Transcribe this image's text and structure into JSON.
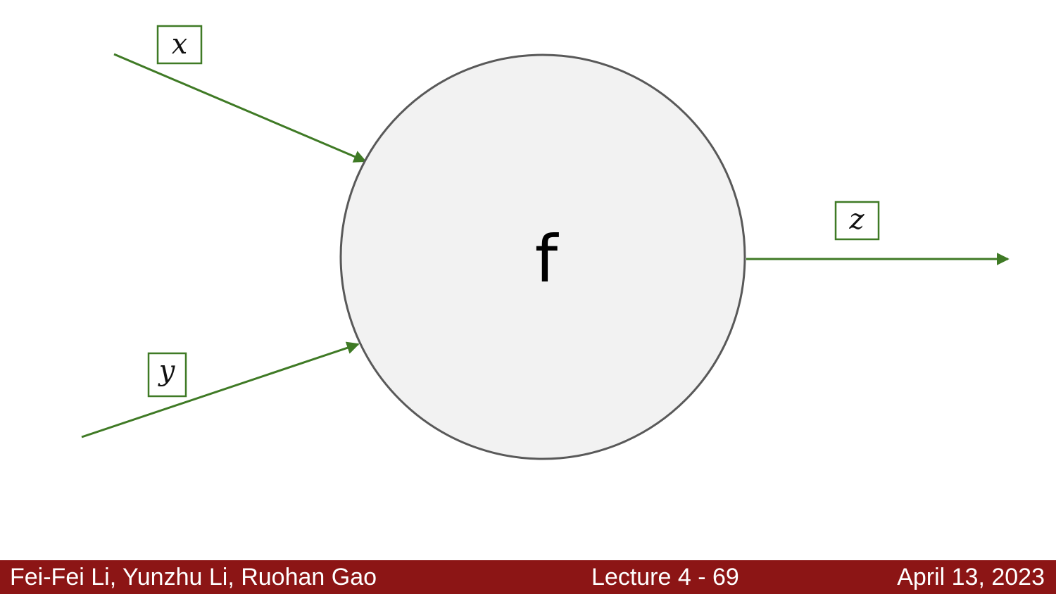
{
  "diagram": {
    "node": {
      "label": "f"
    },
    "inputs": [
      {
        "label": "x"
      },
      {
        "label": "y"
      }
    ],
    "output": {
      "label": "z"
    },
    "colors": {
      "edge": "#3f7a25",
      "node_fill": "#f2f2f2",
      "node_stroke": "#595959"
    }
  },
  "footer": {
    "authors": "Fei-Fei Li, Yunzhu Li, Ruohan Gao",
    "lecture": "Lecture 4 - 69",
    "date": "April 13, 2023",
    "background": "#8c1515"
  }
}
